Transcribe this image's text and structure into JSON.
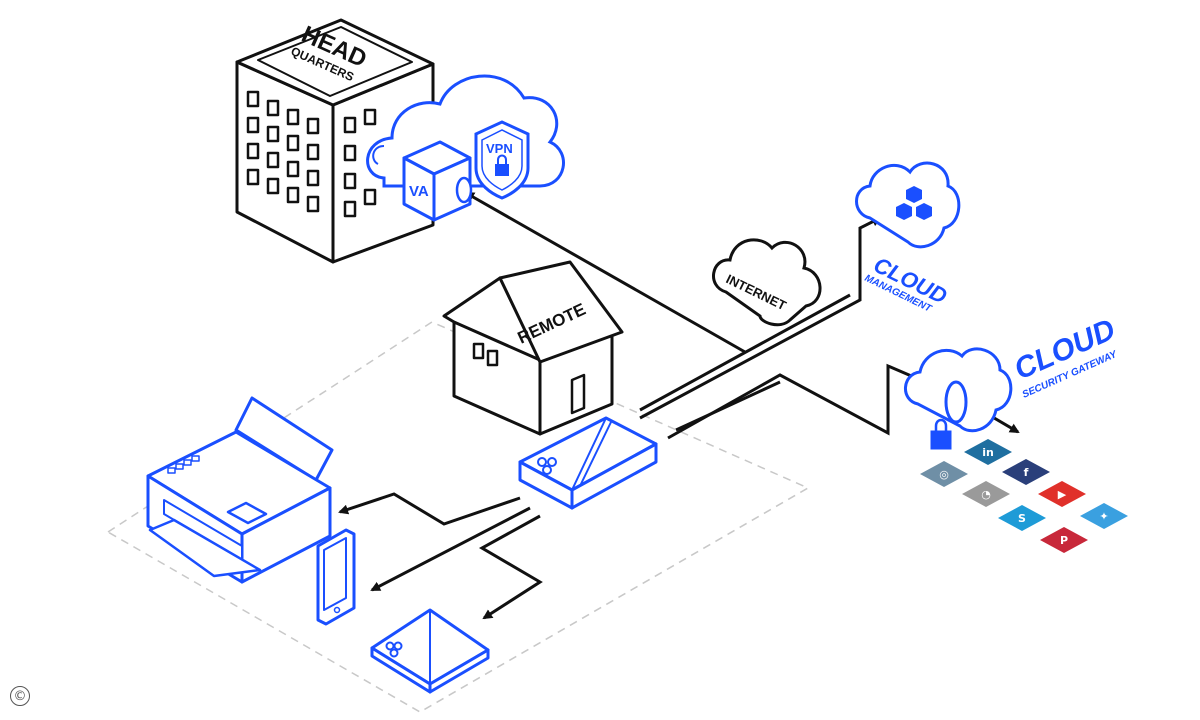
{
  "colors": {
    "line": "#111111",
    "blue": "#1a4fff",
    "dash": "#c8c8c8",
    "white": "#ffffff"
  },
  "labels": {
    "hq_line1": "HEAD",
    "hq_line2": "QUARTERS",
    "vpn": "VPN",
    "va": "VA",
    "remote": "REMOTE",
    "internet": "INTERNET",
    "cloud_mgmt_main": "CLOUD",
    "cloud_mgmt_sub": "MANAGEMENT",
    "cloud_sg_main": "CLOUD",
    "cloud_sg_sub": "SECURITY GATEWAY",
    "copyright": "©"
  },
  "social_icons": [
    {
      "name": "linkedin-icon",
      "glyph": "in",
      "color": "#1f6fa0"
    },
    {
      "name": "facebook-icon",
      "glyph": "f",
      "color": "#2a3f7a"
    },
    {
      "name": "instagram-icon",
      "glyph": "◎",
      "color": "#6f8fa6"
    },
    {
      "name": "rss-icon",
      "glyph": "◔",
      "color": "#9a9a9a"
    },
    {
      "name": "youtube-icon",
      "glyph": "▶",
      "color": "#e0302a"
    },
    {
      "name": "skype-icon",
      "glyph": "S",
      "color": "#1e9bd7"
    },
    {
      "name": "twitter-icon",
      "glyph": "✦",
      "color": "#3aa0e0"
    },
    {
      "name": "pinterest-icon",
      "glyph": "P",
      "color": "#c8283a"
    }
  ]
}
